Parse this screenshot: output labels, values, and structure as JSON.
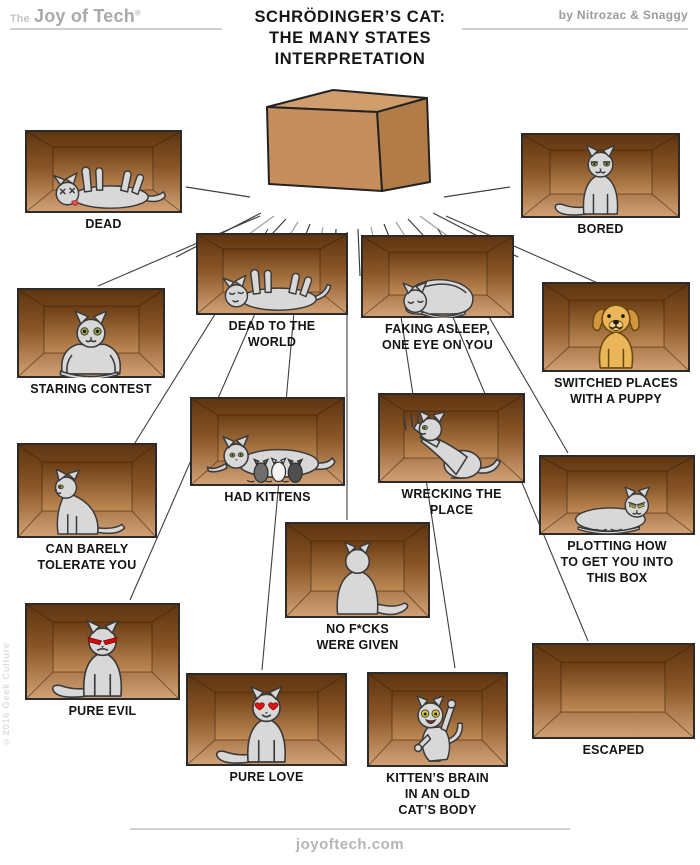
{
  "header": {
    "logo": {
      "prefix": "The",
      "name": "Joy of Tech",
      "registered": "®"
    },
    "title_lines": [
      "SCHRÖDINGER’S CAT:",
      "THE MANY STATES",
      "INTERPRETATION"
    ],
    "byline": "by Nitrozac & Snaggy"
  },
  "states": [
    {
      "id": "dead",
      "pose": "dead",
      "label_lines": [
        "DEAD"
      ]
    },
    {
      "id": "bored",
      "pose": "bored",
      "label_lines": [
        "BORED"
      ]
    },
    {
      "id": "dead-to-the-world",
      "pose": "deadworld",
      "label_lines": [
        "DEAD TO THE",
        "WORLD"
      ]
    },
    {
      "id": "faking-asleep-one-eye-on-you",
      "pose": "asleep",
      "label_lines": [
        "FAKING ASLEEP,",
        "ONE EYE ON YOU"
      ]
    },
    {
      "id": "staring-contest",
      "pose": "staring",
      "label_lines": [
        "STARING CONTEST"
      ]
    },
    {
      "id": "switched-places-with-a-puppy",
      "pose": "puppy",
      "label_lines": [
        "SWITCHED PLACES",
        "WITH A PUPPY"
      ]
    },
    {
      "id": "had-kittens",
      "pose": "kittens",
      "label_lines": [
        "HAD KITTENS"
      ]
    },
    {
      "id": "wrecking-the-place",
      "pose": "wrecking",
      "label_lines": [
        "WRECKING THE",
        "PLACE"
      ]
    },
    {
      "id": "can-barely-tolerate-you",
      "pose": "tolerate",
      "label_lines": [
        "CAN BARELY",
        "TOLERATE YOU"
      ]
    },
    {
      "id": "plotting-how-to-get-you-into-this-box",
      "pose": "plotting",
      "label_lines": [
        "PLOTTING HOW",
        "TO GET YOU INTO",
        "THIS BOX"
      ]
    },
    {
      "id": "no-fucks-were-given",
      "pose": "nofucks",
      "label_lines": [
        "NO F*CKS",
        "WERE GIVEN"
      ]
    },
    {
      "id": "pure-evil",
      "pose": "evil",
      "label_lines": [
        "PURE EVIL"
      ]
    },
    {
      "id": "pure-love",
      "pose": "love",
      "label_lines": [
        "PURE LOVE"
      ]
    },
    {
      "id": "kittens-brain-in-an-old-cats-body",
      "pose": "kitten",
      "label_lines": [
        "KITTEN’S BRAIN",
        "IN AN OLD",
        "CAT’S BODY"
      ]
    },
    {
      "id": "escaped",
      "pose": "none",
      "label_lines": [
        "ESCAPED"
      ]
    }
  ],
  "colors": {
    "box_interior_top": "#5e3510",
    "box_interior_mid": "#8a5526",
    "box_interior_bottom": "#d2a276",
    "box_wall_top": "#6b3d13",
    "box_wall_bottom": "#c08a55",
    "carton_front": "#c58e5c",
    "carton_top": "#d09d6c",
    "carton_side": "#b27c48",
    "cat_gray": "#d8d8d8",
    "ink": "#3a3a3a",
    "puppy_gold": "#eab659",
    "eye_green": "#97a23b",
    "evil_red": "#cf0a0a",
    "heart_red": "#e01414"
  },
  "footer": {
    "site": "joyoftech.com"
  },
  "copyright": "©2016 Geek Culture"
}
